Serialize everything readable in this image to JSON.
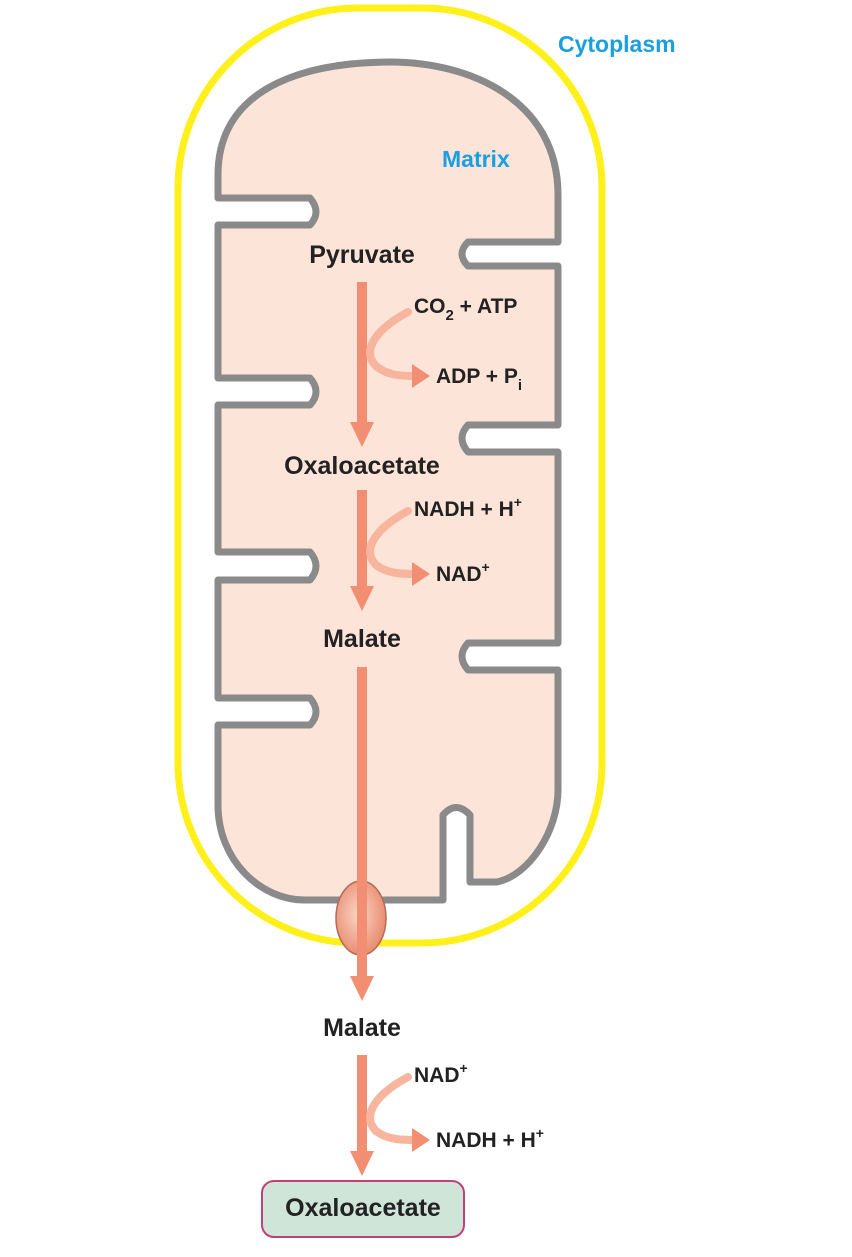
{
  "labels": {
    "cytoplasm": "Cytoplasm",
    "matrix": "Matrix"
  },
  "molecules": {
    "pyruvate": "Pyruvate",
    "oxaloacetate_matrix": "Oxaloacetate",
    "malate_matrix": "Malate",
    "malate_cytoplasm": "Malate",
    "oxaloacetate_cytoplasm": "Oxaloacetate"
  },
  "reactions": {
    "r1": {
      "in_base": "CO",
      "in_sub": "2",
      "in_rest": " + ATP",
      "out_base": "ADP + P",
      "out_sub": "i"
    },
    "r2": {
      "in_base": "NADH + H",
      "in_sup": "+",
      "out_base": "NAD",
      "out_sup": "+"
    },
    "r3": {
      "in_base": "NAD",
      "in_sup": "+",
      "out_base": "NADH + H",
      "out_sup": "+"
    }
  },
  "colors": {
    "outer_membrane": "#FFEF1A",
    "inner_membrane": "#8A8A8A",
    "matrix_fill": "#FDE4D8",
    "arrow": "#F28F72",
    "arrow_light": "#F8B59E",
    "label_blue": "#1A9FE0",
    "product_box_fill": "#CFE5D8",
    "product_box_stroke": "#C0407A",
    "transporter_fill": "#F0A48A"
  }
}
